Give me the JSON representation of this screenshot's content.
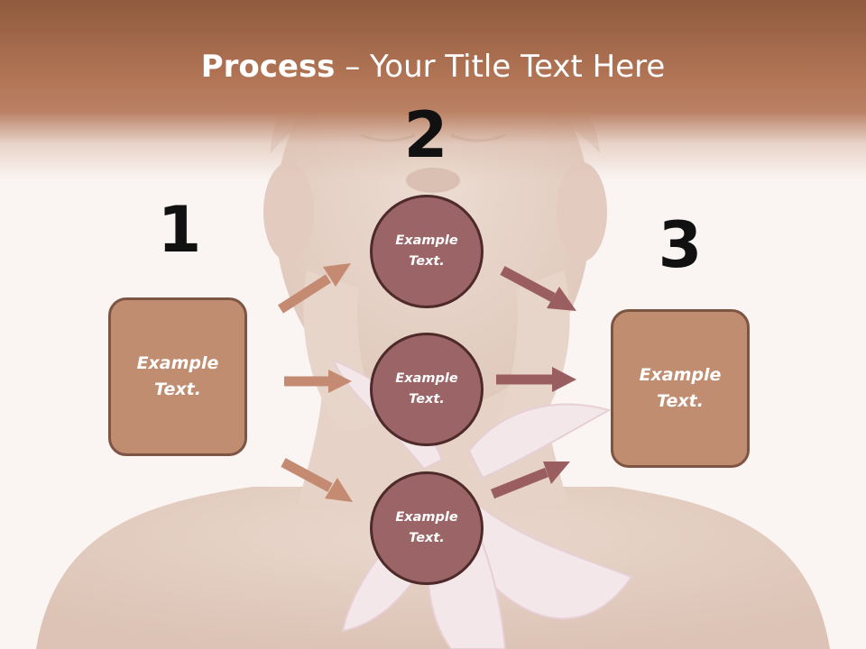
{
  "title": {
    "bold": "Process",
    "rest": " – Your Title Text Here"
  },
  "steps": [
    {
      "number": "1",
      "text": "Example Text."
    },
    {
      "number": "2"
    },
    {
      "number": "3",
      "text": "Example Text."
    }
  ],
  "circles": [
    {
      "text": "Example Text."
    },
    {
      "text": "Example Text."
    },
    {
      "text": "Example Text."
    }
  ],
  "colors": {
    "header": "#b37656",
    "box_fill": "#c08d70",
    "box_border": "#7e5443",
    "circle_fill": "#9b6466",
    "circle_border": "#4e2a2a",
    "arrow_left": "#c48b72",
    "arrow_right": "#9b5e60"
  },
  "background": {
    "image": "woman-face-with-lily-photo"
  }
}
